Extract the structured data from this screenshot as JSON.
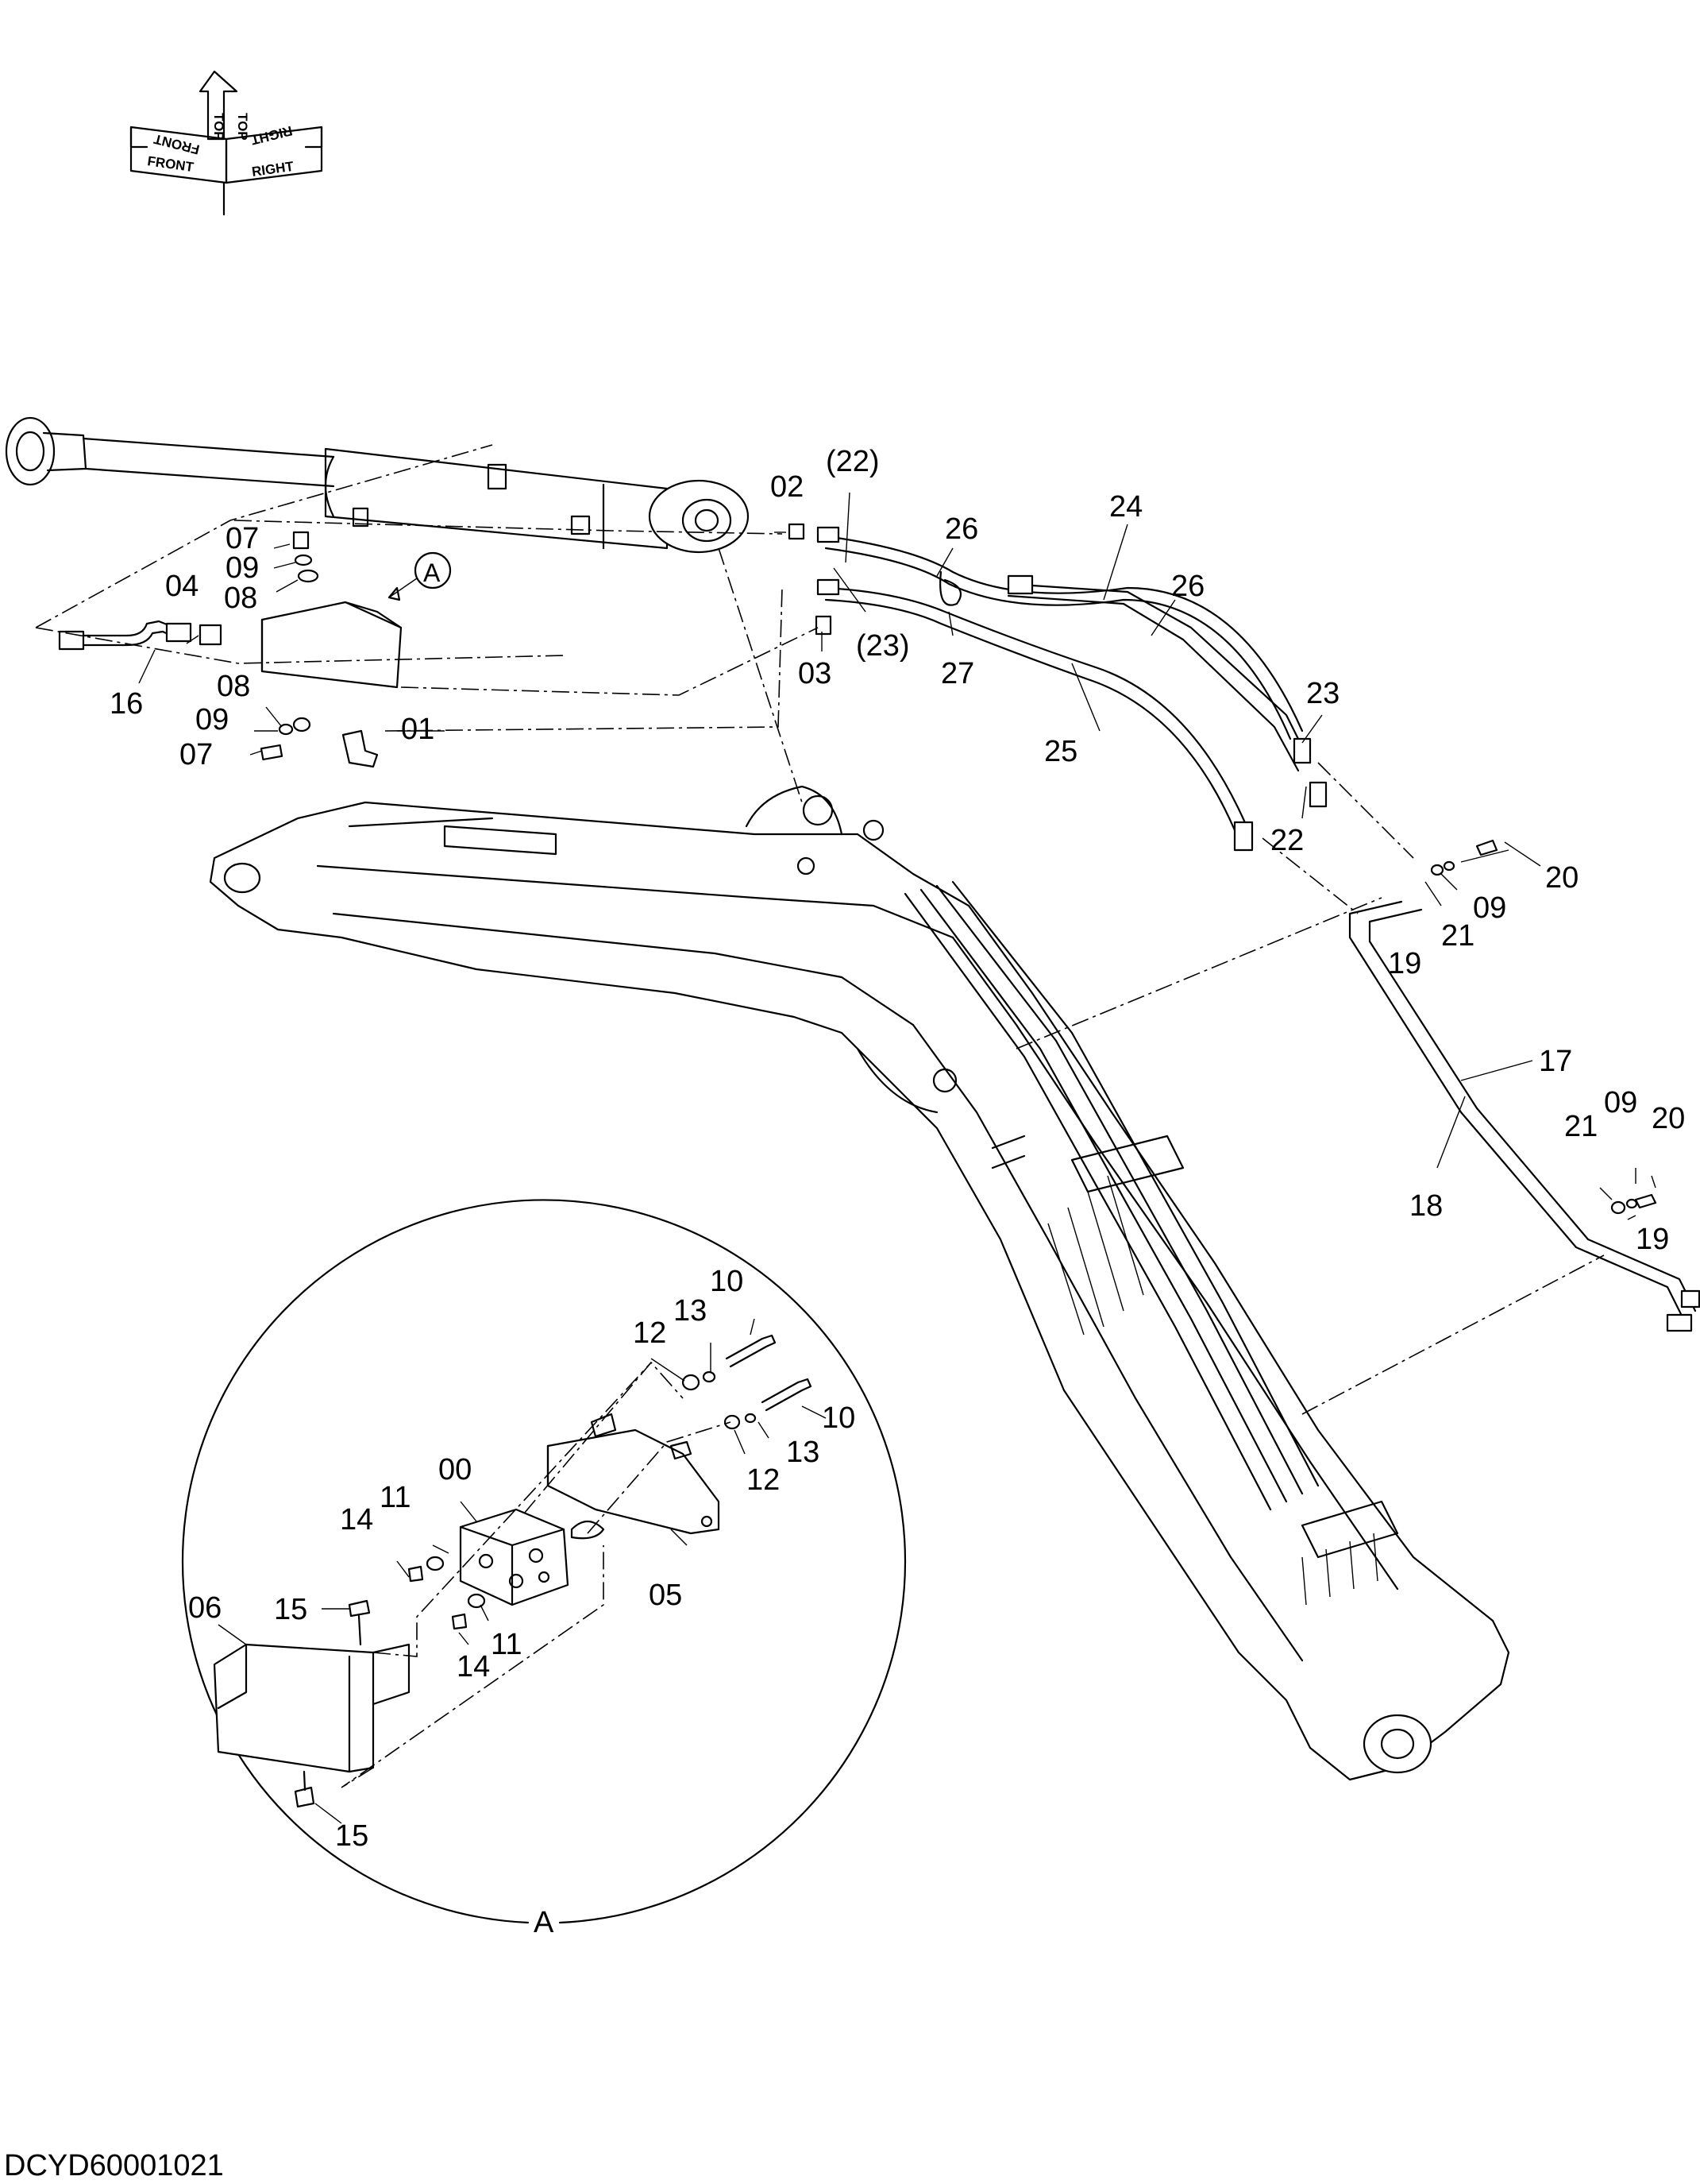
{
  "orientation": {
    "labels": [
      "FRONT",
      "TOP",
      "FRONT",
      "TOP",
      "RIGHT",
      "RIGHT"
    ]
  },
  "drawing_id": "DCYD60001021",
  "detail": {
    "marker_label": "A",
    "circle_label": "A"
  },
  "callouts": {
    "c00": "00",
    "c01": "01",
    "c02": "02",
    "c03": "03",
    "c04": "04",
    "c05": "05",
    "c06": "06",
    "c07a": "07",
    "c07b": "07",
    "c08a": "08",
    "c08b": "08",
    "c09a": "09",
    "c09b": "09",
    "c09c": "09",
    "c09d": "09",
    "c10a": "10",
    "c10b": "10",
    "c11a": "11",
    "c11b": "11",
    "c12a": "12",
    "c12b": "12",
    "c13a": "13",
    "c13b": "13",
    "c14a": "14",
    "c14b": "14",
    "c15a": "15",
    "c15b": "15",
    "c16": "16",
    "c17": "17",
    "c18": "18",
    "c19a": "19",
    "c19b": "19",
    "c20a": "20",
    "c20b": "20",
    "c21a": "21",
    "c21b": "21",
    "c22a": "(22)",
    "c22b": "22",
    "c23a": "(23)",
    "c23b": "23",
    "c24": "24",
    "c25": "25",
    "c26a": "26",
    "c26b": "26",
    "c27": "27"
  }
}
